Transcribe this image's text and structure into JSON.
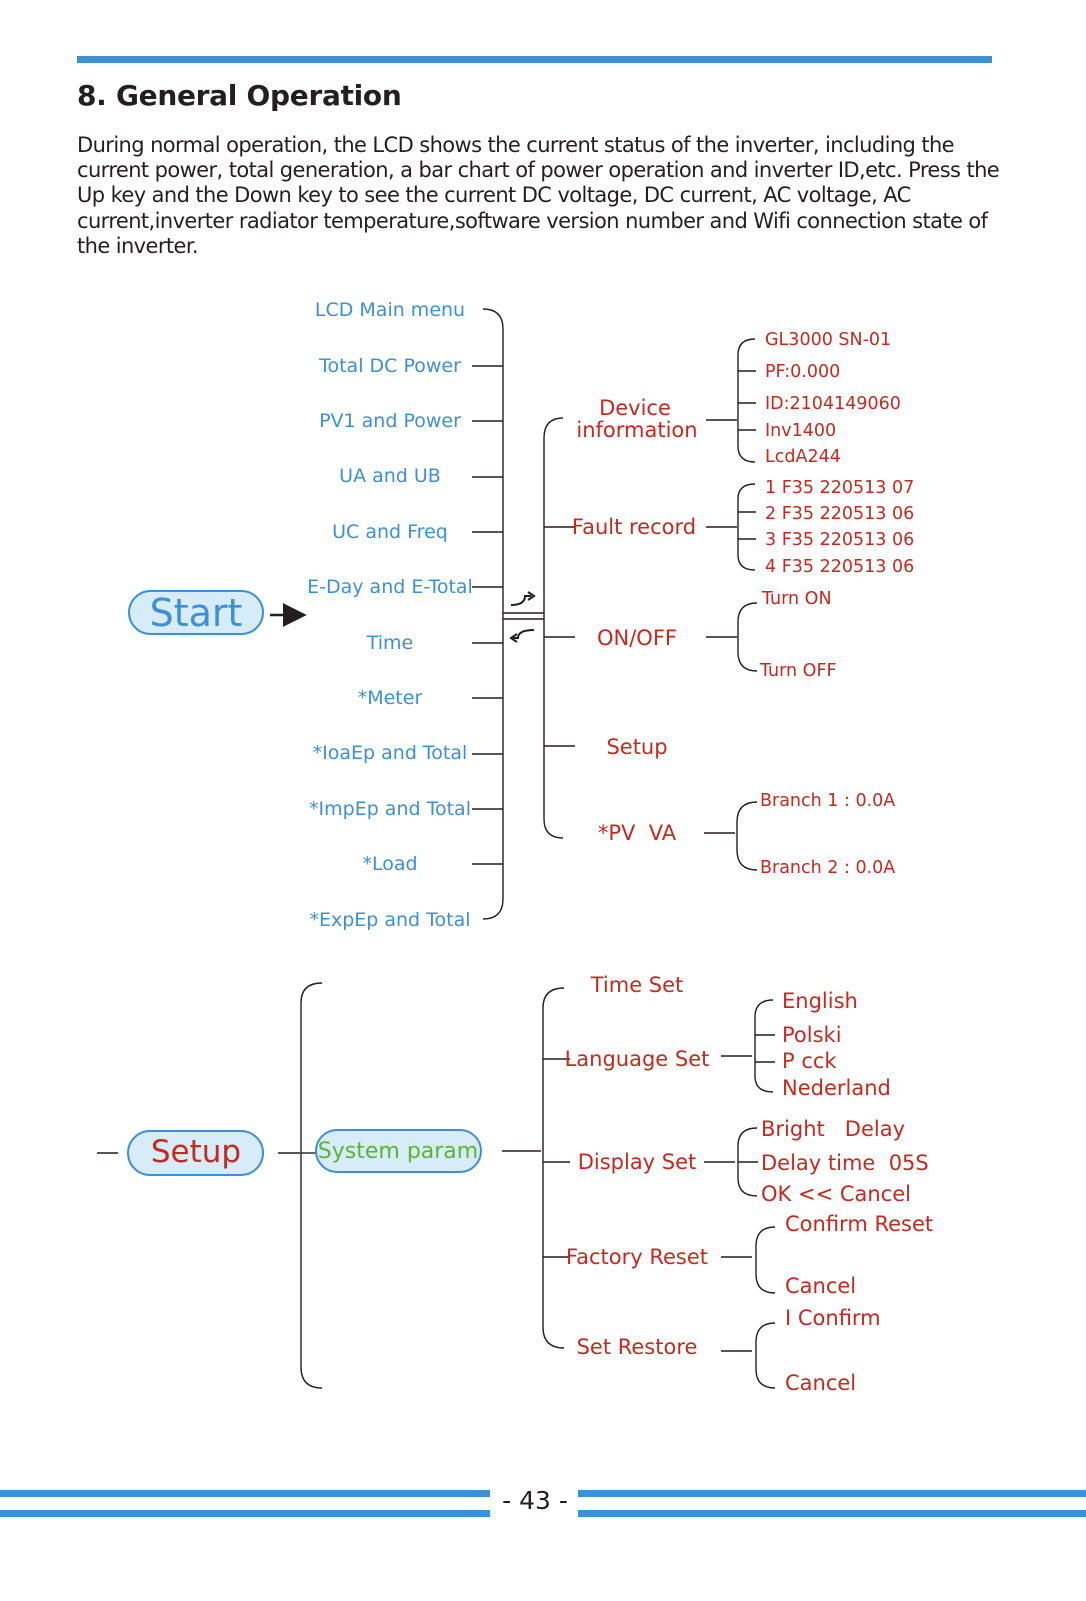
{
  "section": {
    "heading": "8. General Operation",
    "intro": "During normal operation, the LCD shows the current status of the inverter, including the current power, total generation, a bar chart of power operation and inverter ID,etc. Press the Up key and the Down key to see the current DC voltage, DC current, AC voltage, AC current,inverter radiator temperature,software version number and Wifi connection state of the inverter."
  },
  "colors": {
    "accent_blue": "#3d8fd6",
    "label_red": "#c8281e",
    "param_green": "#5cb531"
  },
  "main_menu": {
    "start_label": "Start",
    "items": [
      "LCD Main menu",
      "Total DC Power",
      "PV1 and Power",
      "UA and UB",
      "UC and Freq",
      "E-Day and E-Total",
      "Time",
      "*Meter",
      "*IoaEp and Total",
      "*ImpEp and Total",
      "*Load",
      "*ExpEp and Total"
    ]
  },
  "submenus": {
    "device_information": {
      "label_line1": "Device",
      "label_line2": "information",
      "items": [
        "GL3000 SN-01",
        "PF:0.000",
        "ID:2104149060",
        "Inv1400",
        "LcdA244"
      ]
    },
    "fault_record": {
      "label": "Fault record",
      "items": [
        "1 F35 220513 07",
        "2 F35 220513 06",
        "3 F35 220513 06",
        "4 F35 220513 06"
      ]
    },
    "on_off": {
      "label": "ON/OFF",
      "items": [
        "Turn ON",
        "Turn OFF"
      ]
    },
    "setup": {
      "label": "Setup"
    },
    "pv_va": {
      "label": "*PV  VA",
      "items": [
        "Branch 1 : 0.0A",
        "Branch 2 : 0.0A"
      ]
    }
  },
  "setup_tree": {
    "setup_label": "Setup",
    "system_param_label": "System param",
    "time_set": "Time Set",
    "language_set": {
      "label": "Language Set",
      "items": [
        "English",
        "Polski",
        "P cck",
        "Nederland"
      ]
    },
    "display_set": {
      "label": "Display Set",
      "items": [
        "Bright   Delay",
        "Delay time  05S",
        "OK << Cancel"
      ]
    },
    "factory_reset": {
      "label": "Factory Reset",
      "items": [
        "Confirm Reset",
        "Cancel"
      ]
    },
    "set_restore": {
      "label": "Set Restore",
      "items": [
        "I Confirm",
        "Cancel"
      ]
    }
  },
  "footer": {
    "page_number": "- 43 -"
  }
}
